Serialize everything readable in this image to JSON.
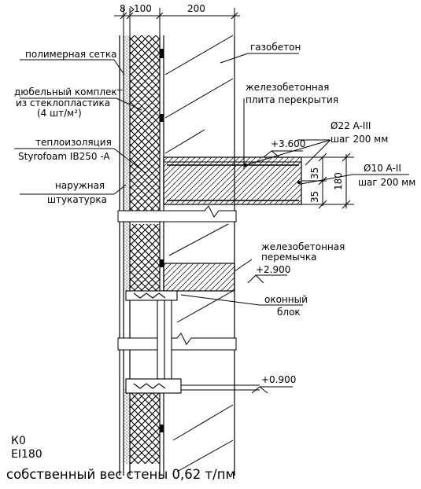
{
  "dimensions": {
    "d8": "8",
    "d100": "100",
    "d200": "200",
    "d35a": "35",
    "d35b": "35",
    "d180": "180"
  },
  "labels": {
    "mesh": "полимерная сетка",
    "dowel_1": "дюбельный комплект",
    "dowel_2": "из стеклопластика",
    "dowel_3": "(4 шт/м²)",
    "insul_1": "теплоизоляция",
    "insul_2": "Styrofoam IB250 -A",
    "plaster_1": "наружная",
    "plaster_2": "штукатурка",
    "aerated": "газобетон",
    "slab_1": "железобетонная",
    "slab_2": "плита перекрытия",
    "lintel_1": "железобетонная",
    "lintel_2": "перемычка",
    "window_1": "оконный",
    "window_2": "блок"
  },
  "levels": {
    "l1": "+3.600",
    "l2": "+2.900",
    "l3": "+0.900"
  },
  "rebar": {
    "r1_size": "Ø22 A-III",
    "r1_step": "шаг 200 мм",
    "r2_size": "Ø10 A-II",
    "r2_step": "шаг 200 мм"
  },
  "fire": {
    "k": "К0",
    "ei": "EI180"
  },
  "caption": "собственный вес стены 0,62 т/пм",
  "colors": {
    "ink": "#000000",
    "paper": "#ffffff"
  }
}
